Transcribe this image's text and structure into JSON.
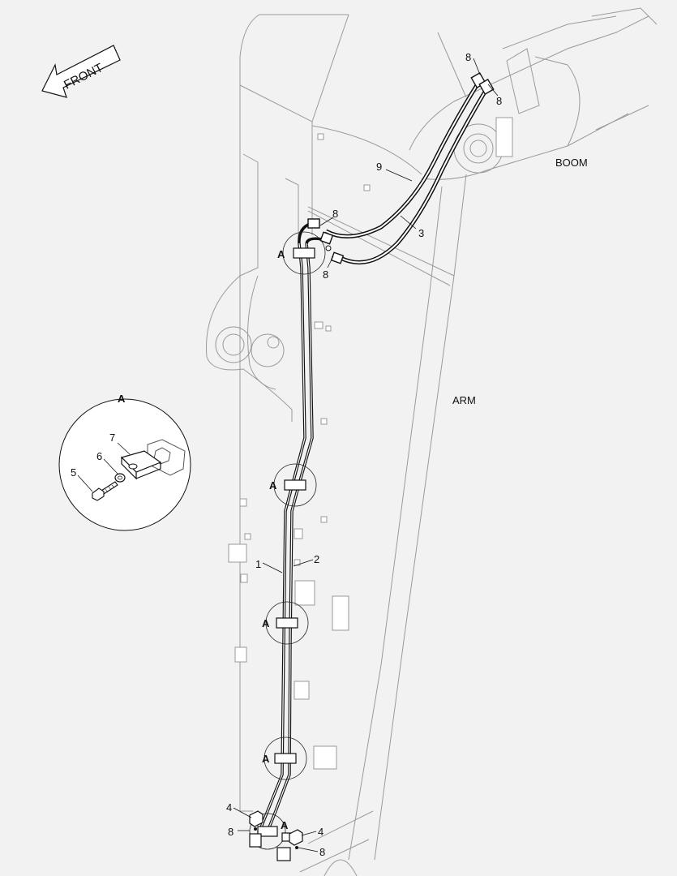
{
  "diagram": {
    "direction_label": "FRONT",
    "boom_label": "BOOM",
    "arm_label": "ARM",
    "detail_label": "A",
    "callouts": {
      "c1": "1",
      "c2": "2",
      "c3": "3",
      "c4a": "4",
      "c4b": "4",
      "c5": "5",
      "c6": "6",
      "c7": "7",
      "c8a": "8",
      "c8b": "8",
      "c8c": "8",
      "c8d": "8",
      "c8e": "8",
      "c8f": "8",
      "c9": "9"
    },
    "clamp_marks": {
      "a1": "A",
      "a2": "A",
      "a3": "A",
      "a4": "A",
      "a5": "A"
    }
  }
}
